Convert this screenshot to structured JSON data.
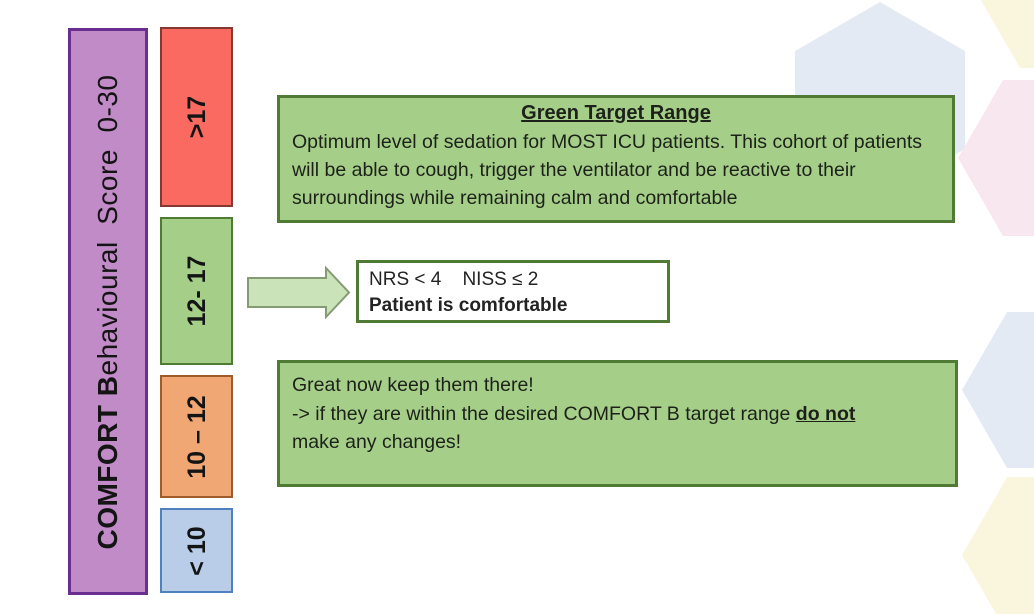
{
  "scale_bar": {
    "label_bold": "COMFORT B",
    "label_rest": "ehavioural  Score  0-30"
  },
  "score_boxes": [
    {
      "label": ">17",
      "fill": "#fa6a60",
      "border": "#84382f"
    },
    {
      "label": "12- 17",
      "fill": "#a5cf88",
      "border": "#4f7b35"
    },
    {
      "label": "10 – 12",
      "fill": "#f0a773",
      "border": "#9e5b2b"
    },
    {
      "label": "< 10",
      "fill": "#b9cde8",
      "border": "#4e81bd"
    }
  ],
  "target_range_panel": {
    "title": "Green Target Range",
    "body": "Optimum level of sedation for MOST ICU patients. This cohort of patients will be able to cough, trigger the ventilator and be reactive to their surroundings while remaining calm and comfortable"
  },
  "assessment_box": {
    "line1": "NRS < 4    NISS ≤ 2",
    "line2": "Patient is comfortable"
  },
  "advice_panel": {
    "line1": "Great now keep them there!",
    "line2_prefix": "-> if they are within the desired COMFORT B target range ",
    "line2_emphasis": "do not",
    "line3": "make any changes!"
  },
  "colors": {
    "scale_bar_fill": "#c08bc7",
    "scale_bar_border": "#6a2e90",
    "panel_green_fill": "#a5cf88",
    "panel_green_border": "#4f7b35",
    "arrow_fill": "#cbe3b8",
    "arrow_border": "#859b74",
    "hex_blue": "#e4eaf3",
    "hex_yellow": "#faf6de",
    "hex_pink": "#f8e7ee",
    "text": "#1c1c1a"
  }
}
